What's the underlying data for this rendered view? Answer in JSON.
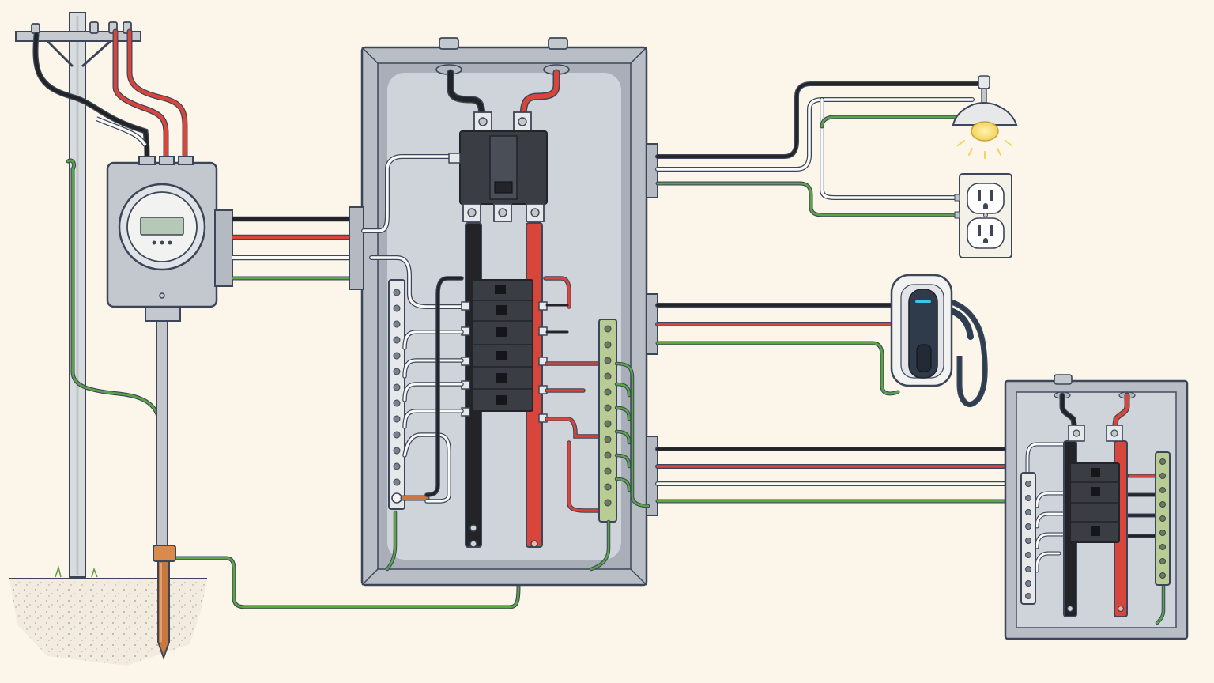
{
  "diagram": {
    "colors": {
      "background": "#fcf6ea",
      "outline": "#3d4658",
      "enclosure": "#b8bdc6",
      "enclosure_inner": "#cfd3da",
      "hot_black": "#222428",
      "hot_red": "#d8453a",
      "neutral_white": "#fafafa",
      "ground_green": "#5aa447",
      "copper": "#c8773f",
      "bus_neutral": "#e6e8ea",
      "bus_ground": "#b8cc94",
      "breaker": "#3a3d44",
      "lamp_glow": "#f3d35c",
      "charger_led": "#39c6e8"
    },
    "components": [
      {
        "id": "utility-pole",
        "icon": "utility-pole-icon"
      },
      {
        "id": "electric-meter",
        "icon": "electric-meter-icon"
      },
      {
        "id": "ground-rod",
        "icon": "ground-rod-icon"
      },
      {
        "id": "main-panel",
        "icon": "breaker-panel-icon"
      },
      {
        "id": "main-breaker",
        "icon": "double-pole-breaker-icon"
      },
      {
        "id": "light-fixture",
        "icon": "ceiling-lamp-icon"
      },
      {
        "id": "duplex-outlet",
        "icon": "outlet-icon"
      },
      {
        "id": "ev-charger",
        "icon": "ev-charger-icon"
      },
      {
        "id": "sub-panel",
        "icon": "sub-panel-icon"
      }
    ],
    "branch_breakers_main": 6,
    "branch_breakers_sub": 3
  }
}
